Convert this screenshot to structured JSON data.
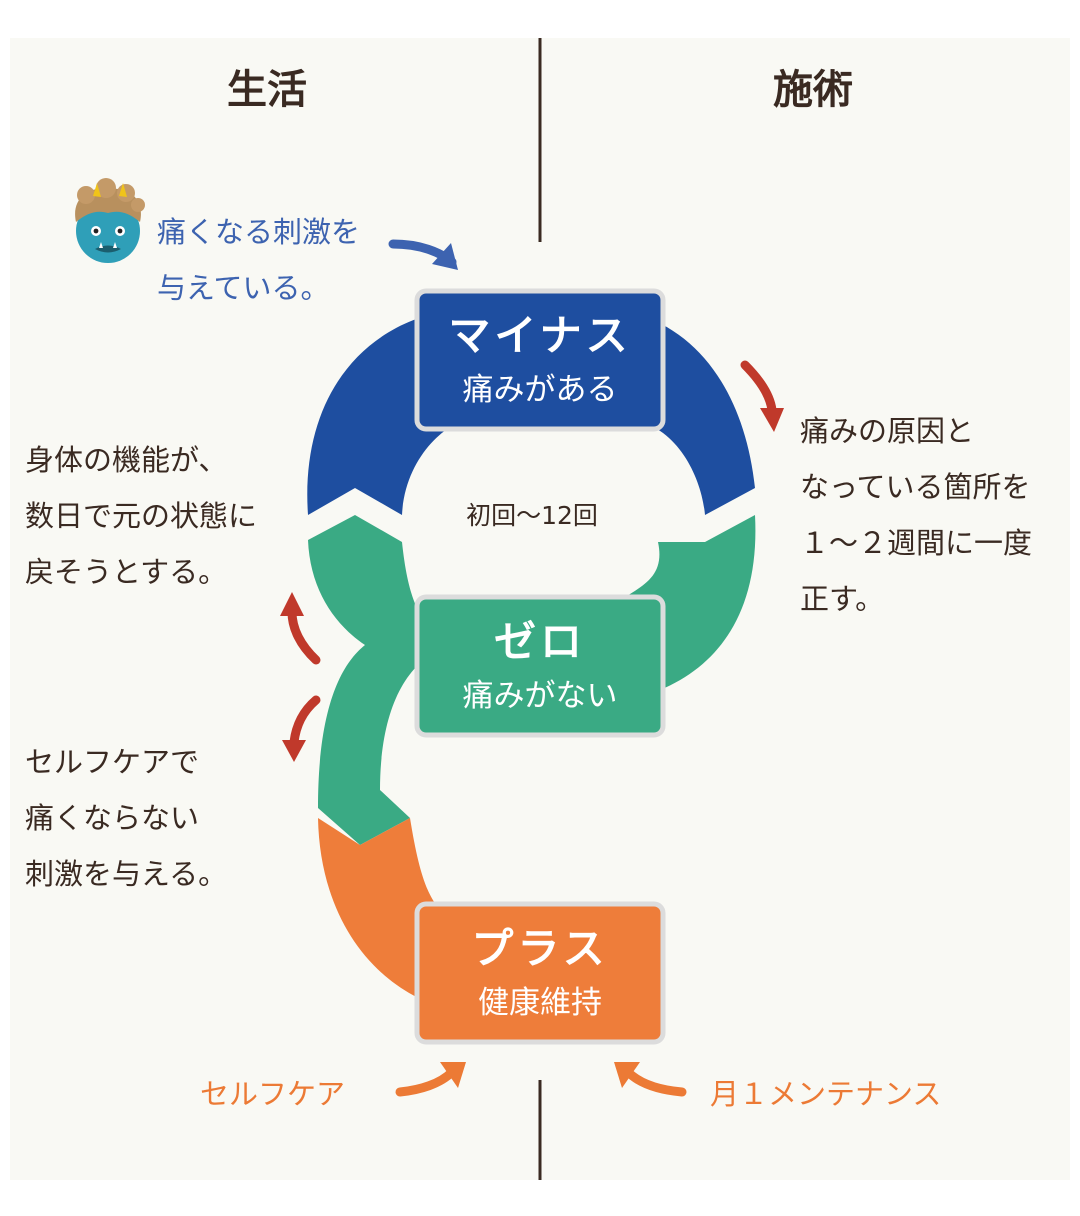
{
  "columns": {
    "left": "生活",
    "right": "施術"
  },
  "states": {
    "minus": {
      "title": "マイナス",
      "subtitle": "痛みがある"
    },
    "zero": {
      "title": "ゼロ",
      "subtitle": "痛みがない"
    },
    "plus": {
      "title": "プラス",
      "subtitle": "健康維持"
    }
  },
  "center_label": "初回〜12回",
  "annotations": {
    "stimulus": [
      "痛くなる刺激を",
      "与えている。"
    ],
    "body_function": [
      "身体の機能が、",
      "数日で元の状態に",
      "戻そうとする。"
    ],
    "treatment": [
      "痛みの原因と",
      "なっている箇所を",
      "１〜２週間に一度",
      "正す。"
    ],
    "selfcare_note": [
      "セルフケアで",
      "痛くならない",
      "刺激を与える。"
    ],
    "selfcare": "セルフケア",
    "maintenance": "月１メンテナンス"
  },
  "icons": {
    "demon": "blue-oni-face-icon"
  },
  "colors": {
    "background": "#f9f9f4",
    "divider": "#3a2a22",
    "heading": "#3a2a22",
    "body_text": "#3a2a22",
    "blue": "#1e4ea0",
    "green": "#3aaa84",
    "orange": "#ee7d3a",
    "blue_text": "#3d63b0",
    "red_arrow": "#c0392b",
    "orange_text": "#ec7a35"
  }
}
